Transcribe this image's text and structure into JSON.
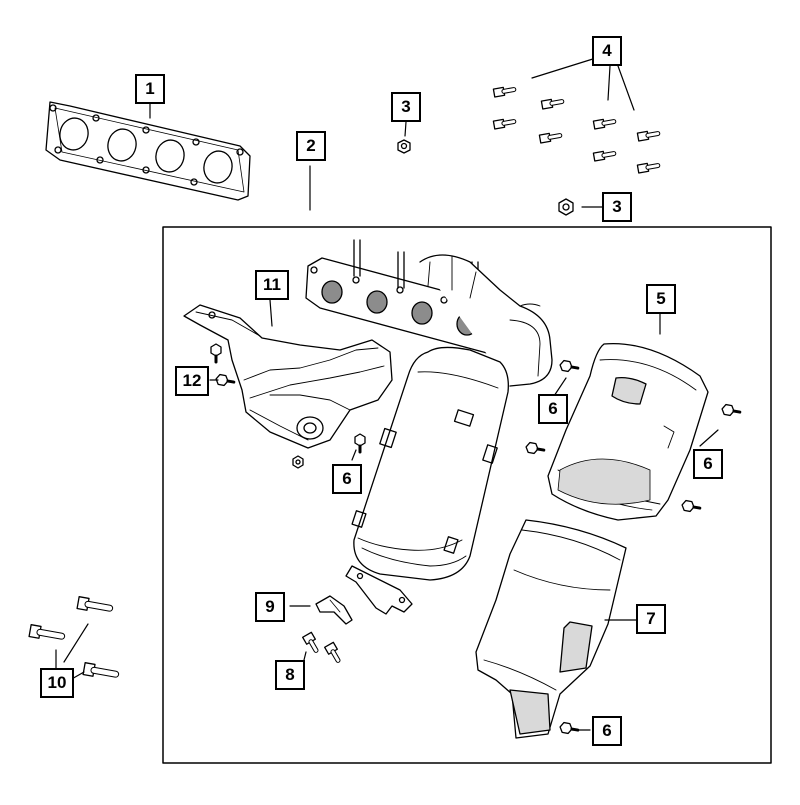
{
  "diagram": {
    "callouts": [
      {
        "id": "c1",
        "label": "1"
      },
      {
        "id": "c2",
        "label": "2"
      },
      {
        "id": "c3a",
        "label": "3"
      },
      {
        "id": "c3b",
        "label": "3"
      },
      {
        "id": "c4",
        "label": "4"
      },
      {
        "id": "c5",
        "label": "5"
      },
      {
        "id": "c6a",
        "label": "6"
      },
      {
        "id": "c6b",
        "label": "6"
      },
      {
        "id": "c6c",
        "label": "6"
      },
      {
        "id": "c6d",
        "label": "6"
      },
      {
        "id": "c7",
        "label": "7"
      },
      {
        "id": "c8",
        "label": "8"
      },
      {
        "id": "c9",
        "label": "9"
      },
      {
        "id": "c10",
        "label": "10"
      },
      {
        "id": "c11",
        "label": "11"
      },
      {
        "id": "c12",
        "label": "12"
      }
    ],
    "colors": {
      "line": "#000000",
      "background": "#ffffff",
      "shade": "#d9d9d9",
      "dark_shade": "#8c8c8c"
    }
  }
}
